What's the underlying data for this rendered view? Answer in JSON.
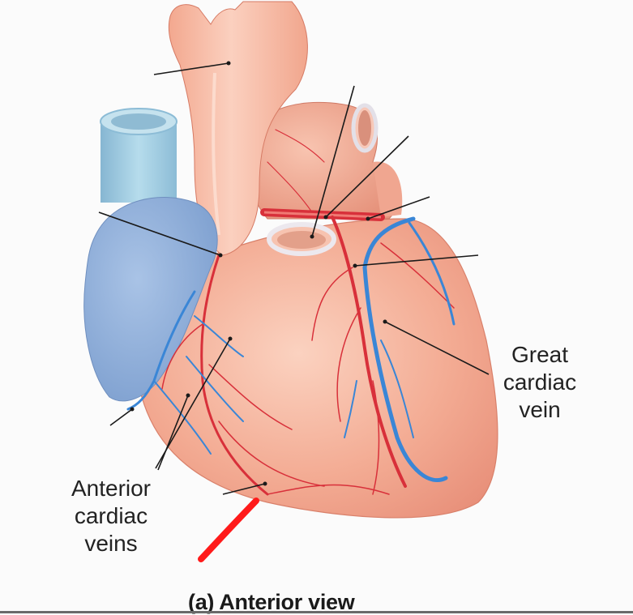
{
  "figure": {
    "caption": "(a) Anterior view",
    "labels": {
      "great_cardiac_vein": [
        "Great",
        "cardiac",
        "vein"
      ],
      "anterior_cardiac_veins": [
        "Anterior",
        "cardiac",
        "veins"
      ]
    },
    "unlabeled_leader_lines": 8,
    "annotation": {
      "type": "hand-drawn stroke",
      "color": "#ff1a1a"
    },
    "colors": {
      "heart_muscle": "#f2a58e",
      "aorta": "#f6b49c",
      "vena_cava": "#9cc6de",
      "right_atrium": "#8fb0da",
      "arteries": "#d8303a",
      "veins": "#3a86d6",
      "leader_lines": "#1a1a1a",
      "background": "#fbfbfb"
    }
  }
}
